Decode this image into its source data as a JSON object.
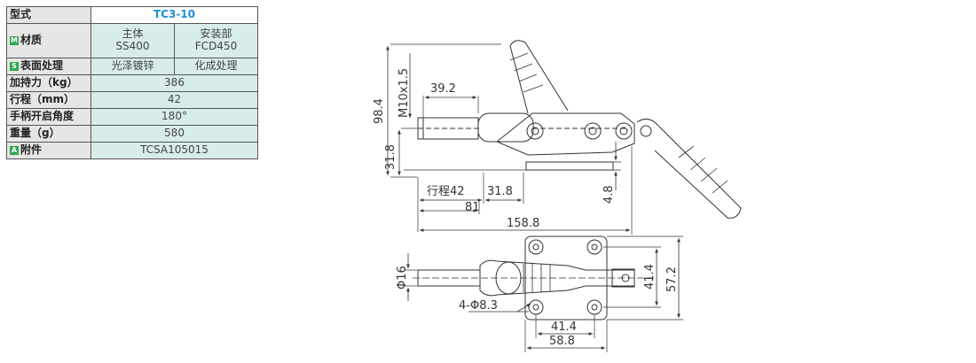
{
  "spec_table": {
    "model_label": "型式",
    "model_value": "TC3-10",
    "material_badge": "M",
    "material_label": "材质",
    "material_body_head": "主体",
    "material_body_value": "SS400",
    "material_mount_head": "安装部",
    "material_mount_value": "FCD450",
    "surface_badge": "S",
    "surface_label": "表面处理",
    "surface_body_value": "光泽镀锌",
    "surface_mount_value": "化成处理",
    "force_label": "加持力（kg）",
    "force_value": "386",
    "stroke_label": "行程（mm）",
    "stroke_value": "42",
    "angle_label": "手柄开启角度",
    "angle_value": "180°",
    "weight_label": "重量（g）",
    "weight_value": "580",
    "accessory_badge": "A",
    "accessory_label": "附件",
    "accessory_value": "TCSA105015"
  },
  "drawing": {
    "dim_thread": "M10x1.5",
    "dim_height_total": "98.4",
    "dim_39_2": "39.2",
    "dim_31_8_vertical": "31.8",
    "dim_stroke": "行程42",
    "dim_31_8_horizontal": "31.8",
    "dim_81": "81",
    "dim_4_8": "4.8",
    "dim_158_8": "158.8",
    "dim_phi16": "Φ16",
    "dim_41_4_vertical": "41.4",
    "dim_57_2": "57.2",
    "dim_holes": "4-Φ8.3",
    "dim_41_4_horizontal": "41.4",
    "dim_58_8": "58.8"
  },
  "colors": {
    "badge_green": "#2fa84f",
    "title_blue": "#1a8fd0",
    "value_cell": "#d9ecec",
    "label_cell": "#e6e6e6"
  }
}
